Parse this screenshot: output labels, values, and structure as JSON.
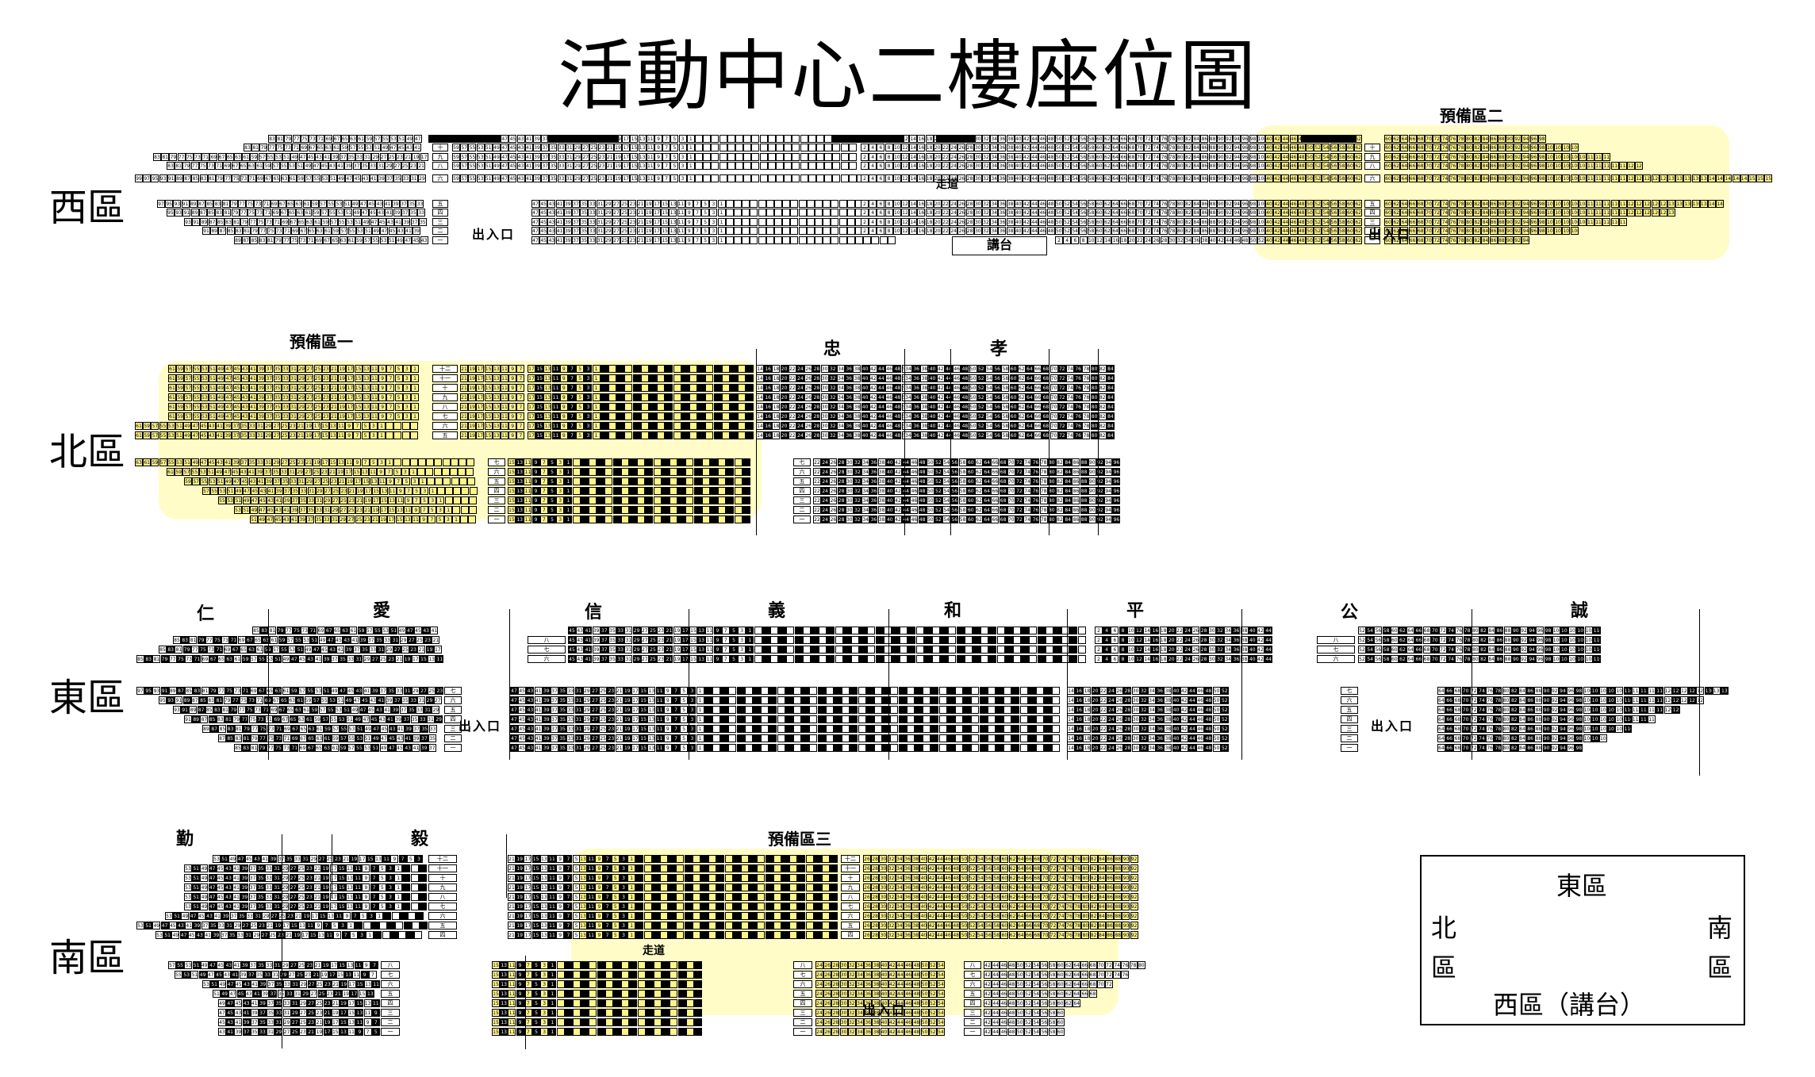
{
  "title": "活動中心二樓座位圖",
  "zones": {
    "west": "西區",
    "north": "北區",
    "east": "東區",
    "south": "南區"
  },
  "reserved": {
    "one": "預備區一",
    "two": "預備區二",
    "three": "預備區三"
  },
  "sections": {
    "north": [
      "忠",
      "孝"
    ],
    "east": [
      "仁",
      "愛",
      "信",
      "義",
      "和",
      "平",
      "公",
      "誠"
    ],
    "south": [
      "勤",
      "毅"
    ]
  },
  "aisle_label": "走道",
  "exit_label": "出入口",
  "podium_label": "講台",
  "legend": {
    "east": "東區",
    "north": "北",
    "north_zone": "區",
    "south": "南",
    "south_zone": "區",
    "west": "西區（講台）"
  },
  "colors": {
    "seat_white": "#ffffff",
    "seat_black": "#000000",
    "reserved_yellow": "#fff48a",
    "highlight": "#fff200"
  },
  "west_row_labels": [
    "十",
    "九",
    "八",
    "七",
    "六",
    "五",
    "四",
    "三",
    "二",
    "一"
  ],
  "north_row_labels": [
    "十二",
    "十一",
    "十",
    "九",
    "八",
    "七",
    "六",
    "五",
    "四",
    "三",
    "二",
    "一"
  ],
  "east_row_labels": [
    "八",
    "七",
    "六",
    "五",
    "四",
    "三",
    "二",
    "一"
  ],
  "south_row_labels": [
    "十二",
    "十一",
    "十",
    "九",
    "八",
    "七",
    "六",
    "五",
    "四",
    "三",
    "二",
    "一"
  ]
}
